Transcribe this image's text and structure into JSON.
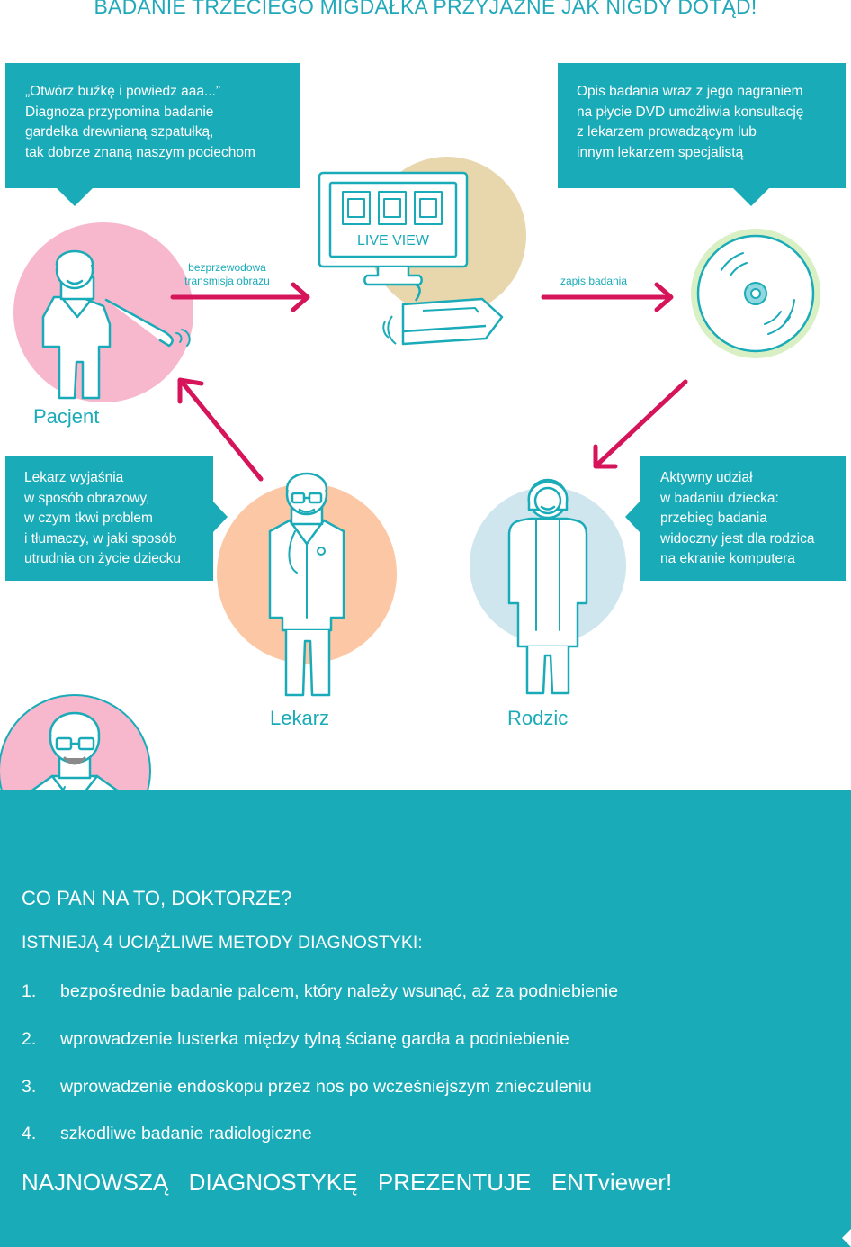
{
  "title": "BADANIE TRZECIEGO MIGDAŁKA PRZYJAZNE JAK NIGDY DOTĄD!",
  "bubbles": {
    "top_left": [
      "„Otwórz buźkę i powiedz aaa...”",
      "Diagnoza przypomina badanie",
      "gardełka drewnianą szpatułką,",
      "tak dobrze znaną naszym pociechom"
    ],
    "top_right": [
      "Opis badania wraz z jego nagraniem",
      "na płycie DVD umożliwia konsultację",
      "z lekarzem prowadzącym lub",
      "innym lekarzem specjalistą"
    ],
    "mid_left": [
      "Lekarz wyjaśnia",
      "w sposób obrazowy,",
      "w czym tkwi problem",
      "i tłumaczy, w jaki sposób",
      "utrudnia on życie dziecku"
    ],
    "mid_right": [
      "Aktywny udział",
      "w badaniu dziecka:",
      "przebieg badania",
      "widoczny jest dla rodzica",
      "na ekranie komputera"
    ]
  },
  "monitor": {
    "screen_label": "LIVE VIEW"
  },
  "arrows": {
    "transmission": [
      "bezprzewodowa",
      "transmisja obrazu"
    ],
    "recording": "zapis badania"
  },
  "roles": {
    "patient": "Pacjent",
    "doctor": "Lekarz",
    "parent": "Rodzic"
  },
  "panel": {
    "question": "CO PAN NA TO, DOKTORZE?",
    "methods_heading": "ISTNIEJĄ 4 UCIĄŻLIWE METODY DIAGNOSTYKI:",
    "methods": [
      {
        "num": "1.",
        "text": "bezpośrednie badanie palcem, który należy wsunąć, aż za podniebienie"
      },
      {
        "num": "2.",
        "text": "wprowadzenie lusterka między tylną ścianę gardła a podniebienie"
      },
      {
        "num": "3.",
        "text": "wprowadzenie endoskopu przez nos po wcześniejszym znieczuleniu"
      },
      {
        "num": "4.",
        "text": "szkodliwe badanie radiologiczne"
      }
    ],
    "closing": "NAJNOWSZĄ  DIAGNOSTYKĘ  PREZENTUJE  ENTviewer!"
  },
  "colors": {
    "teal": "#1aabb8",
    "magenta": "#d6145a",
    "pink_circle": "#f7b8cd",
    "tan_circle": "#e8d6ad",
    "green_ring": "#d8f0c4",
    "peach_circle": "#fcc7a4",
    "lightblue_circle": "#cfe6ee"
  }
}
